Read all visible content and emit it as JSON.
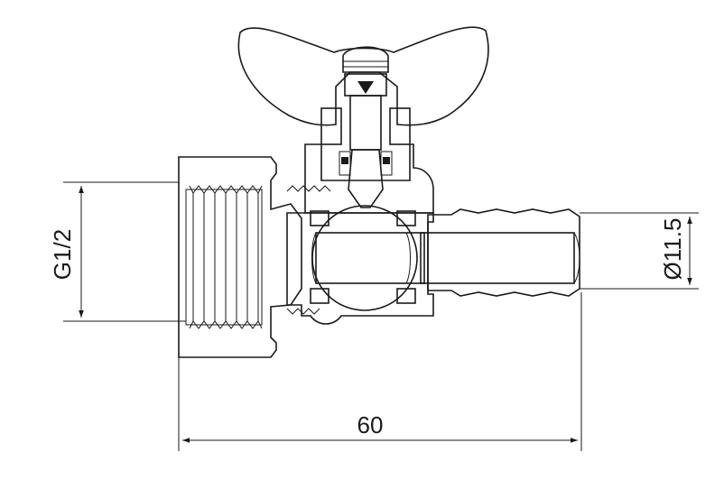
{
  "drawing": {
    "dimensions": {
      "thread_label": "G1/2",
      "diameter_label": "Ø11.5",
      "length_label": "60"
    }
  }
}
